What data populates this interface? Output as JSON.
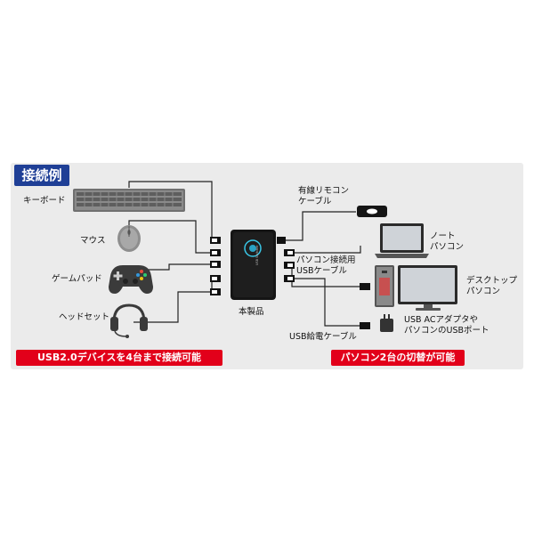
{
  "title": "接続例",
  "devices": {
    "keyboard": "キーボード",
    "mouse": "マウス",
    "gamepad": "ゲームパッド",
    "headset": "ヘッドセット"
  },
  "product": {
    "label": "本製品",
    "screen_text": "USB Switcher"
  },
  "right": {
    "remote_line1": "有線リモコン",
    "remote_line2": "ケーブル",
    "notebook_line1": "ノート",
    "notebook_line2": "パソコン",
    "pc_cable_line1": "パソコン接続用",
    "pc_cable_line2": "USBケーブル",
    "desktop_line1": "デスクトップ",
    "desktop_line2": "パソコン",
    "power_cable": "USB給電ケーブル",
    "adapter_line1": "USB ACアダプタや",
    "adapter_line2": "パソコンのUSBポート"
  },
  "banners": {
    "left": "USB2.0デバイスを4台まで接続可能",
    "right": "パソコン2台の切替が可能"
  },
  "colors": {
    "panel": "#ebebeb",
    "title_bg": "#1f3f96",
    "banner_bg": "#e2001a",
    "line": "#222222"
  }
}
